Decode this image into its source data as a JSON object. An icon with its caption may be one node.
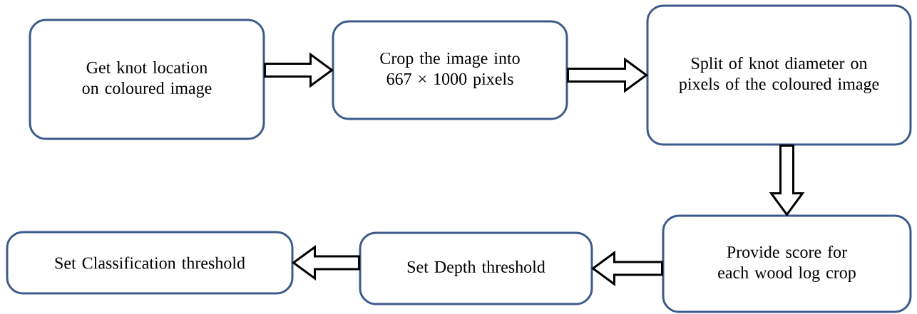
{
  "diagram": {
    "nodes": [
      {
        "text": [
          "Get knot location on coloured image"
        ]
      },
      {
        "text": [
          "Crop the image into 667 × 1000 pixels"
        ]
      },
      {
        "text": [
          "Split of knot diameter on pixels of the coloured image"
        ]
      },
      {
        "text": [
          "Provide score for each wood log crop"
        ]
      },
      {
        "text": [
          "Set Depth threshold"
        ]
      },
      {
        "text": [
          "Set Classification threshold"
        ]
      }
    ],
    "edges": [
      {
        "from": 0,
        "to": 1,
        "arrow": "to"
      },
      {
        "from": 1,
        "to": 2,
        "arrow": "to"
      },
      {
        "from": 2,
        "to": 3,
        "arrow": "to"
      },
      {
        "from": 3,
        "to": 4,
        "arrow": "to"
      },
      {
        "from": 4,
        "to": 5,
        "arrow": "to"
      }
    ]
  }
}
